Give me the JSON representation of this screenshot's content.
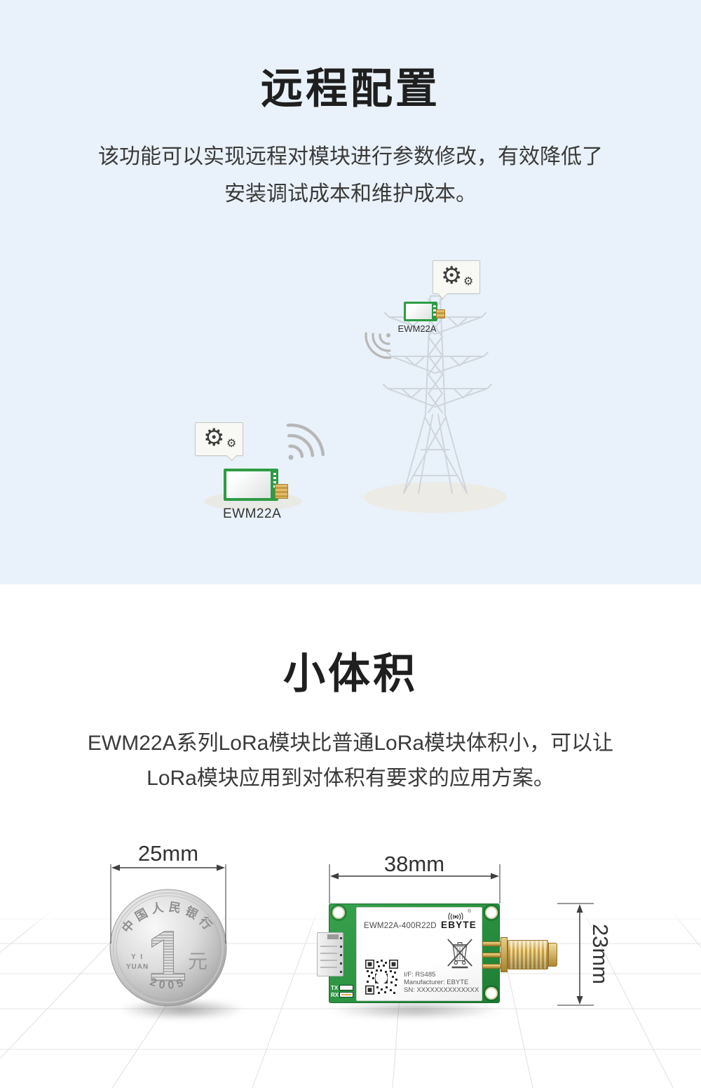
{
  "colors": {
    "section_bg": "#e9f2fa",
    "pcb_green": "#2e9c45",
    "gold": "#d2a74d",
    "title_text": "#1f1f1f",
    "body_text": "#3a3a3a"
  },
  "icons": {
    "gear": "⚙"
  },
  "remote": {
    "title": "远程配置",
    "desc1": "该功能可以实现远程对模块进行参数修改，有效降低了",
    "desc2": "安装调试成本和维护成本。",
    "tower_module_label": "EWM22A",
    "ground_module_label": "EWM22A"
  },
  "size": {
    "title": "小体积",
    "desc1": "EWM22A系列LoRa模块比普通LoRa模块体积小，可以让",
    "desc2": "LoRa模块应用到对体积有要求的应用方案。",
    "coin": {
      "dimension": "25mm",
      "bank_text": "中国人民银行",
      "denomination": "1",
      "pinyin_line1": "Y I",
      "pinyin_line2": "YUAN",
      "yuan_char": "元",
      "year": "2005"
    },
    "module": {
      "dim_width": "38mm",
      "dim_height": "23mm",
      "model": "EWM22A-400R22D",
      "brand": "EBYTE",
      "registered": "®",
      "interface": "I/F: RS485",
      "manufacturer": "Manufacturer: EBYTE",
      "serial": "SN: XXXXXXXXXXXXXX",
      "tx_label": "TX",
      "rx_label": "RX"
    }
  }
}
